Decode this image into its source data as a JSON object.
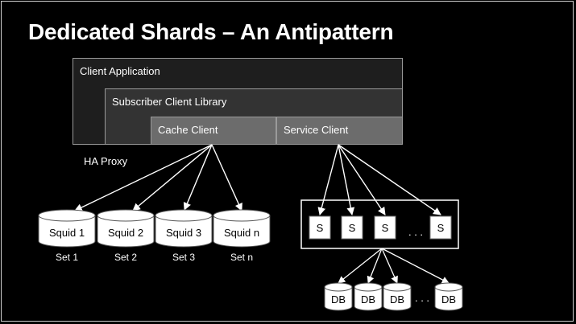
{
  "title": "Dedicated Shards – An Antipattern",
  "boxes": {
    "client_application": "Client Application",
    "subscriber_client_library": "Subscriber Client Library",
    "cache_client": "Cache Client",
    "service_client": "Service Client"
  },
  "ha_proxy": "HA Proxy",
  "squids": [
    {
      "name": "Squid 1",
      "set": "Set 1"
    },
    {
      "name": "Squid 2",
      "set": "Set 2"
    },
    {
      "name": "Squid 3",
      "set": "Set 3"
    },
    {
      "name": "Squid n",
      "set": "Set n"
    }
  ],
  "services": [
    "S",
    "S",
    "S",
    "S"
  ],
  "services_ellipsis": ". . .",
  "dbs": [
    "DB",
    "DB",
    "DB",
    "DB"
  ],
  "dbs_ellipsis": ". . .",
  "colors": {
    "background": "#000000",
    "outer_box": "#1e1e1e",
    "library_box": "#333333",
    "client_box": "#6c6c6c",
    "line": "#ffffff"
  }
}
